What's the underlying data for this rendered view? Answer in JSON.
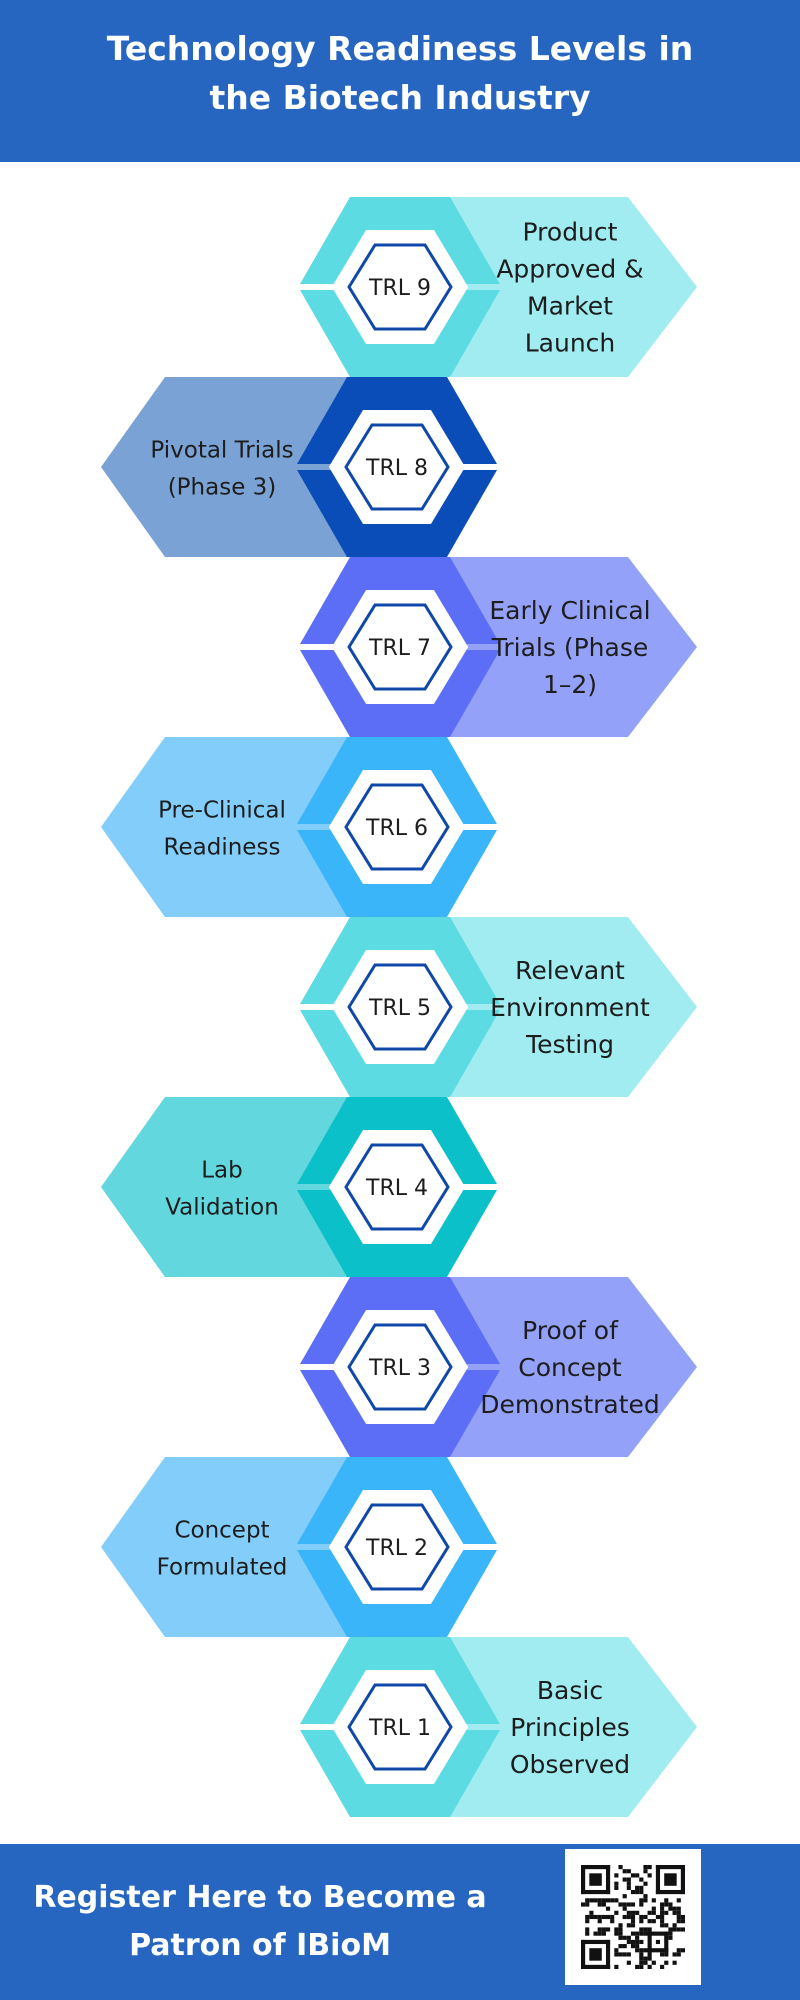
{
  "header": {
    "title_line1": "Technology Readiness Levels in",
    "title_line2": "the Biotech Industry"
  },
  "levels": [
    {
      "badge": "TRL 9",
      "lines": [
        "Product",
        "Approved &",
        "Market",
        "Launch"
      ],
      "side": "right",
      "dark": "#5ddbe2",
      "light": "#a0ecf0"
    },
    {
      "badge": "TRL 8",
      "lines": [
        "Pivotal Trials",
        "(Phase 3)"
      ],
      "side": "left",
      "dark": "#0b4db8",
      "light": "#7aa2d4"
    },
    {
      "badge": "TRL 7",
      "lines": [
        "Early Clinical",
        "Trials (Phase",
        "1–2)"
      ],
      "side": "right",
      "dark": "#5b6ef5",
      "light": "#93a2f8"
    },
    {
      "badge": "TRL 6",
      "lines": [
        "Pre-Clinical",
        "Readiness"
      ],
      "side": "left",
      "dark": "#3ab5fa",
      "light": "#82cdfa"
    },
    {
      "badge": "TRL 5",
      "lines": [
        "Relevant",
        "Environment",
        "Testing"
      ],
      "side": "right",
      "dark": "#5ddbe2",
      "light": "#a0ecf0"
    },
    {
      "badge": "TRL 4",
      "lines": [
        "Lab",
        "Validation"
      ],
      "side": "left",
      "dark": "#0cc0c9",
      "light": "#62d8de"
    },
    {
      "badge": "TRL 3",
      "lines": [
        "Proof of",
        "Concept",
        "Demonstrated"
      ],
      "side": "right",
      "dark": "#5b6ef5",
      "light": "#93a2f8"
    },
    {
      "badge": "TRL 2",
      "lines": [
        "Concept",
        "Formulated"
      ],
      "side": "left",
      "dark": "#3ab5fa",
      "light": "#82cdfa"
    },
    {
      "badge": "TRL 1",
      "lines": [
        "Basic",
        "Principles",
        "Observed"
      ],
      "side": "right",
      "dark": "#5ddbe2",
      "light": "#a0ecf0"
    }
  ],
  "footer": {
    "cta_line1": "Register Here to Become a",
    "cta_line2": "Patron of IBioM",
    "qr_icon": "qr-code-icon"
  },
  "colors": {
    "brand_blue": "#2766c0",
    "badge_outline": "#1048a8",
    "text": "#1d1d1d",
    "white": "#ffffff"
  }
}
